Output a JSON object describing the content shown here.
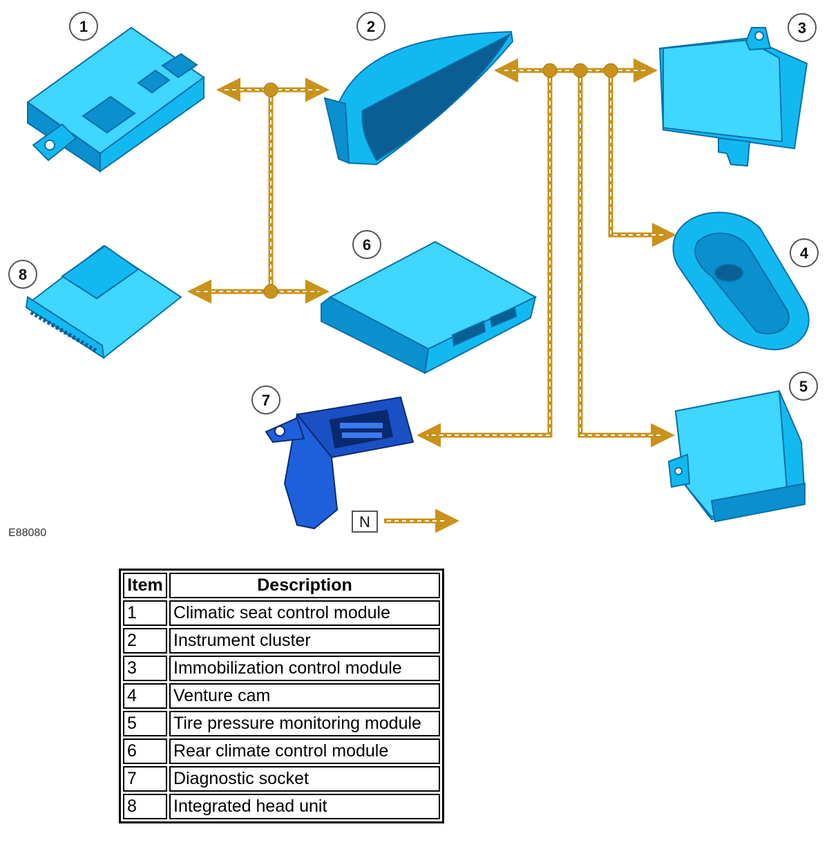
{
  "figure_ref": "E88080",
  "north_label": "N",
  "callouts": [
    "1",
    "2",
    "3",
    "4",
    "5",
    "6",
    "7",
    "8"
  ],
  "colors": {
    "bus_line": "#c9921a",
    "bus_dash": "#ffffff",
    "module_fill": "#12b9f0",
    "module_light": "#3fd6ff",
    "module_dark": "#0a6fa8"
  },
  "legend": {
    "headers": {
      "item": "Item",
      "description": "Description"
    },
    "rows": [
      {
        "item": "1",
        "description": "Climatic seat control module"
      },
      {
        "item": "2",
        "description": "Instrument cluster"
      },
      {
        "item": "3",
        "description": "Immobilization control module"
      },
      {
        "item": "4",
        "description": "Venture cam"
      },
      {
        "item": "5",
        "description": "Tire pressure monitoring module"
      },
      {
        "item": "6",
        "description": "Rear climate control module"
      },
      {
        "item": "7",
        "description": "Diagnostic socket"
      },
      {
        "item": "8",
        "description": "Integrated head unit"
      }
    ]
  }
}
